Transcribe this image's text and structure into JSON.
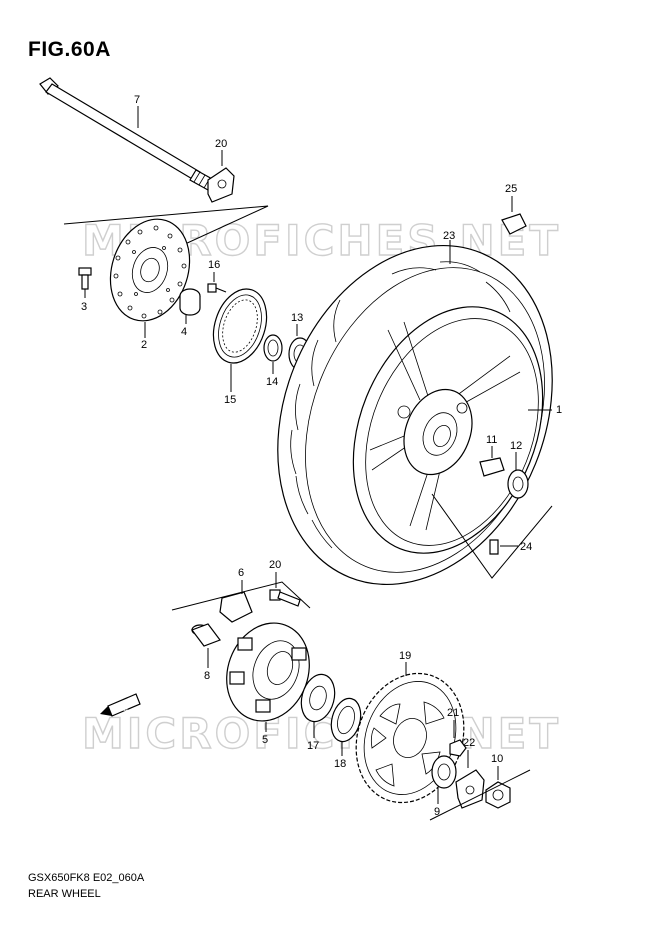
{
  "figure_title": "FIG.60A",
  "model_code": "GSX650FK8 E02_060A",
  "section_name": "REAR WHEEL",
  "watermark": "MICROFICHES.NET",
  "fwd_label": "FWD",
  "callouts": {
    "c1": "1",
    "c2": "2",
    "c3": "3",
    "c4": "4",
    "c5": "5",
    "c6": "6",
    "c7": "7",
    "c8": "8",
    "c9": "9",
    "c10": "10",
    "c11": "11",
    "c12": "12",
    "c13": "13",
    "c14": "14",
    "c15": "15",
    "c16": "16",
    "c17": "17",
    "c18": "18",
    "c19": "19",
    "c20a": "20",
    "c20b": "20",
    "c21": "21",
    "c22": "22",
    "c23": "23",
    "c24": "24",
    "c25": "25"
  }
}
